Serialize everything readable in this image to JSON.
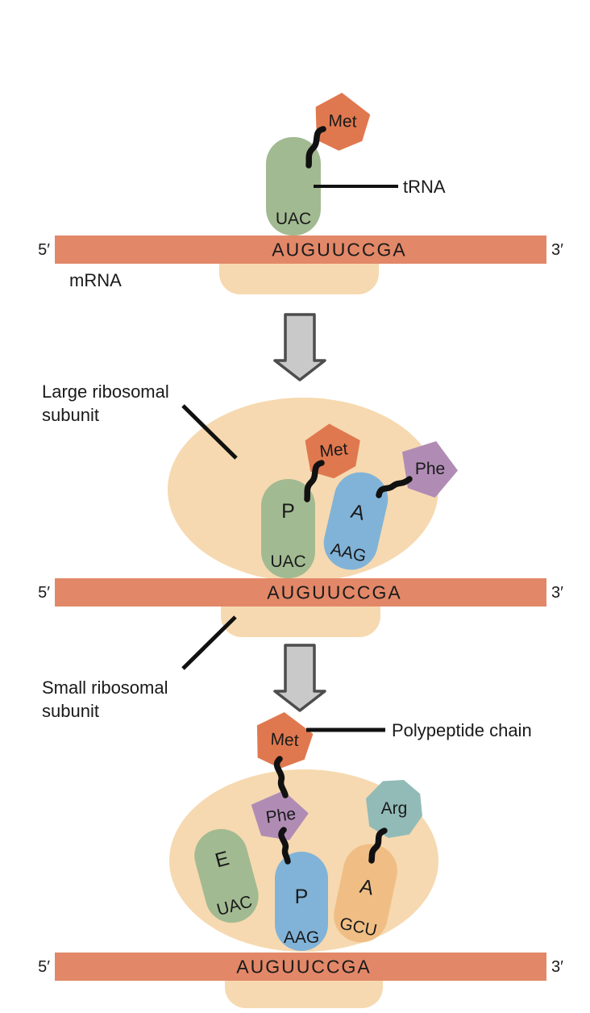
{
  "colors": {
    "mrna_strand": "#E28868",
    "ribosome": "#F6D9B0",
    "trna_green": "#A2BA92",
    "trna_blue": "#81B3D8",
    "trna_orange": "#F0BE85",
    "amino_met": "#E0784F",
    "amino_phe": "#B08CB5",
    "amino_arg": "#92BBB8",
    "arrow_fill": "#C9C9C9",
    "arrow_stroke": "#4D4D4D",
    "connector": "#111111"
  },
  "stage1": {
    "amino_acid": "Met",
    "trna": {
      "anticodon": "UAC",
      "label": "tRNA"
    },
    "mrna": {
      "five_prime": "5′",
      "sequence": "AUGUUCCGA",
      "three_prime": "3′",
      "label": "mRNA"
    }
  },
  "stage2": {
    "large_subunit_label": "Large ribosomal subunit",
    "small_subunit_label": "Small ribosomal subunit",
    "p_site": {
      "site": "P",
      "anticodon": "UAC",
      "amino_acid": "Met"
    },
    "a_site": {
      "site": "A",
      "anticodon": "AAG",
      "amino_acid": "Phe"
    },
    "mrna": {
      "five_prime": "5′",
      "sequence": "AUGUUCCGA",
      "three_prime": "3′"
    }
  },
  "stage3": {
    "polypeptide_label": "Polypeptide chain",
    "chain": [
      "Met",
      "Phe"
    ],
    "e_site": {
      "site": "E",
      "anticodon": "UAC"
    },
    "p_site": {
      "site": "P",
      "anticodon": "AAG"
    },
    "a_site": {
      "site": "A",
      "anticodon": "GCU",
      "amino_acid": "Arg"
    },
    "mrna": {
      "five_prime": "5′",
      "sequence": "AUGUUCCGA",
      "three_prime": "3′"
    }
  }
}
